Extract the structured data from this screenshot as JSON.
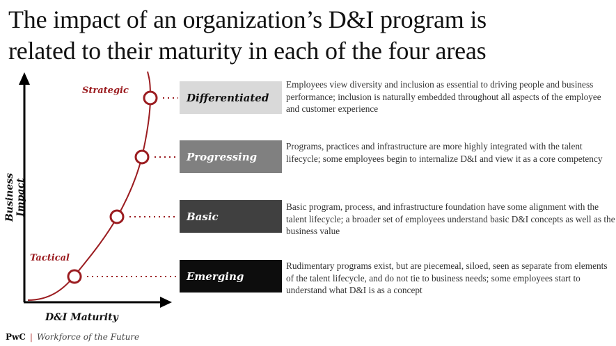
{
  "title_lines": [
    "The impact of an organization’s D&I program is",
    "related to their maturity in each of the four areas"
  ],
  "axes": {
    "y_label": "Business Impact",
    "x_label": "D&I Maturity"
  },
  "curve_labels": {
    "top": "Strategic",
    "bottom": "Tactical"
  },
  "colors": {
    "curve": "#9b1c20",
    "differentiated": "#d9d9d9",
    "progressing": "#808080",
    "basic": "#404040",
    "emerging": "#0d0d0d"
  },
  "stages": [
    {
      "label": "Differentiated",
      "description": "Employees view diversity and inclusion as essential to driving people and business performance; inclusion is naturally embedded throughout all aspects of the employee and customer experience"
    },
    {
      "label": "Progressing",
      "description": "Programs, practices and infrastructure are more highly integrated with the talent lifecycle; some employees begin to internalize D&I and view it as a core competency"
    },
    {
      "label": "Basic",
      "description": "Basic program, process, and infrastructure foundation have some alignment with the talent lifecycle; a broader set of employees understand basic D&I concepts as well as the business value"
    },
    {
      "label": "Emerging",
      "description": "Rudimentary programs exist, but are piecemeal, siloed, seen as separate from elements of the talent lifecycle, and do not tie to business needs; some employees start to understand what D&I is as a concept"
    }
  ],
  "footer": {
    "brand": "PwC",
    "separator": "|",
    "subtitle": "Workforce of the Future"
  }
}
